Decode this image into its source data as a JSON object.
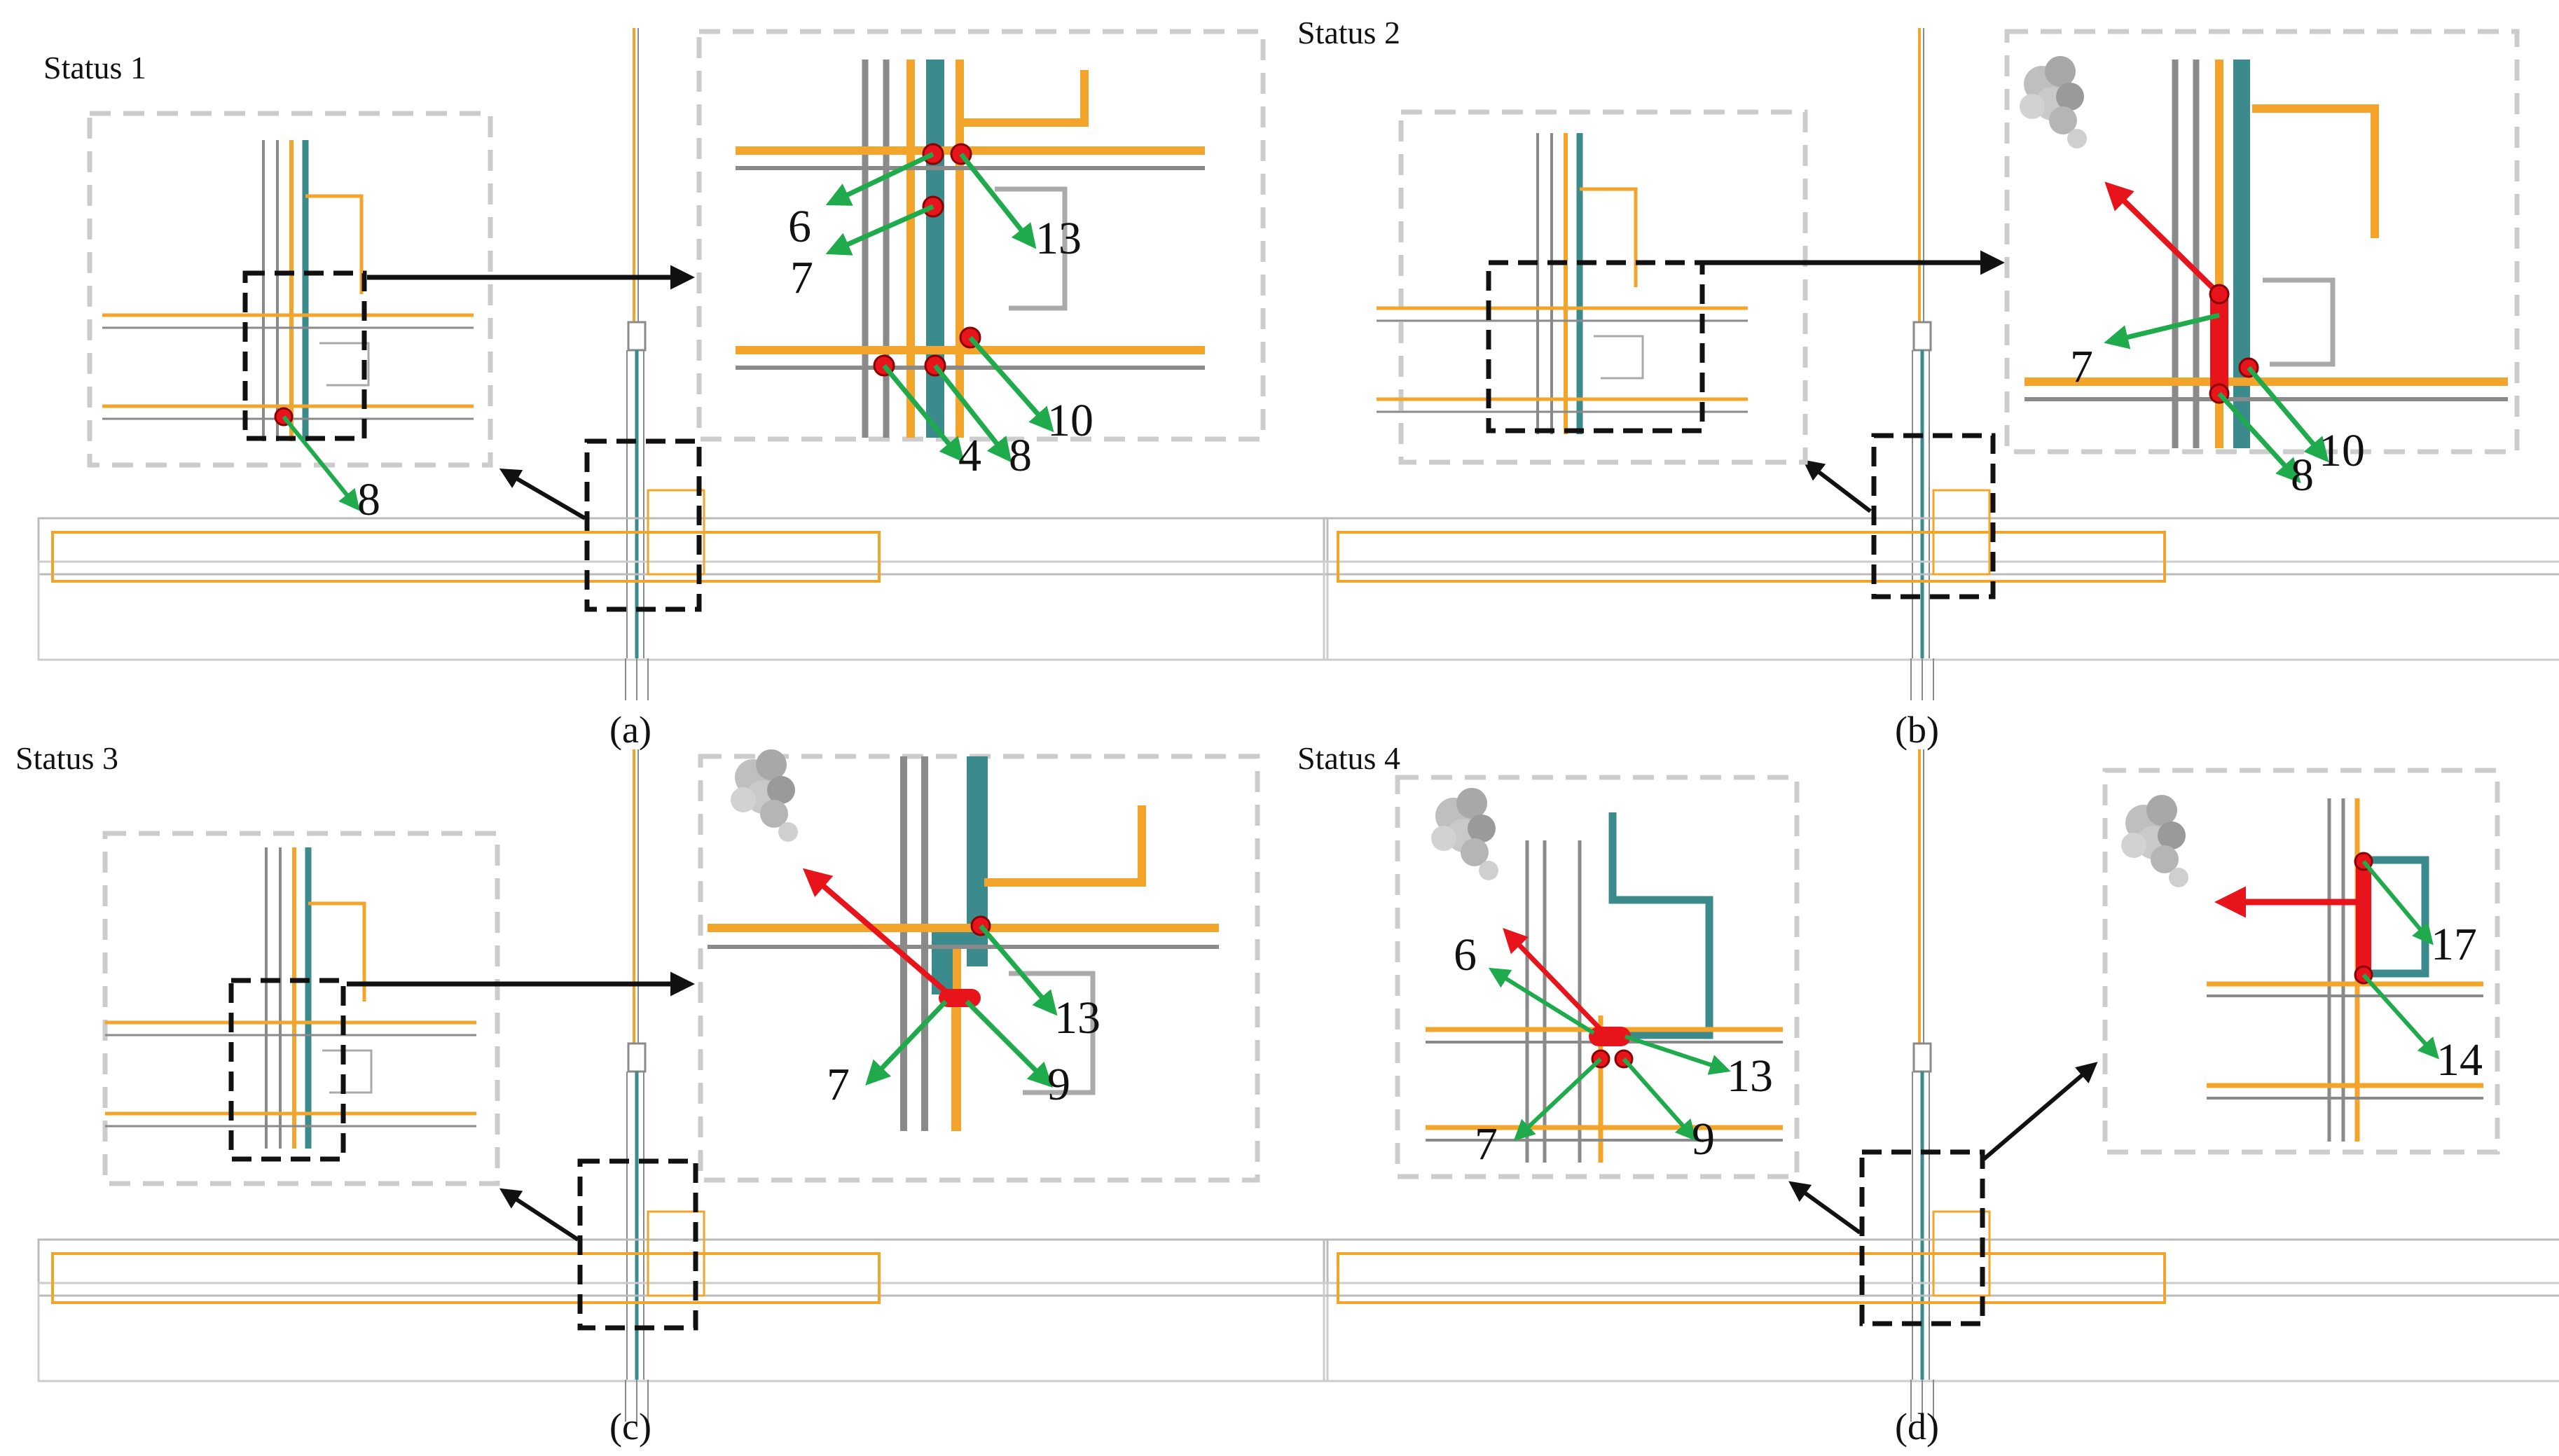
{
  "figure": {
    "panels": [
      {
        "status_label": "Status 1",
        "caption": "(a)",
        "callouts": [
          "6",
          "7",
          "13",
          "4",
          "8",
          "10"
        ],
        "small_callout": "8"
      },
      {
        "status_label": "Status 2",
        "caption": "(b)",
        "callouts": [
          "7",
          "8",
          "10"
        ]
      },
      {
        "status_label": "Status 3",
        "caption": "(c)",
        "callouts": [
          "13",
          "7",
          "9"
        ]
      },
      {
        "status_label": "Status 4",
        "caption": "(d)",
        "callouts_left": [
          "6",
          "13",
          "7",
          "9"
        ],
        "callouts_right": [
          "17",
          "14"
        ]
      }
    ]
  },
  "colors": {
    "pipe_orange": "#f2a52a",
    "pipe_teal": "#3b8a8c",
    "pipe_gray": "#8a8a8a",
    "arrow_green": "#1faa4c",
    "fault_red": "#e8141b",
    "dash_light": "#cccccc",
    "dash_dark": "#111111"
  }
}
